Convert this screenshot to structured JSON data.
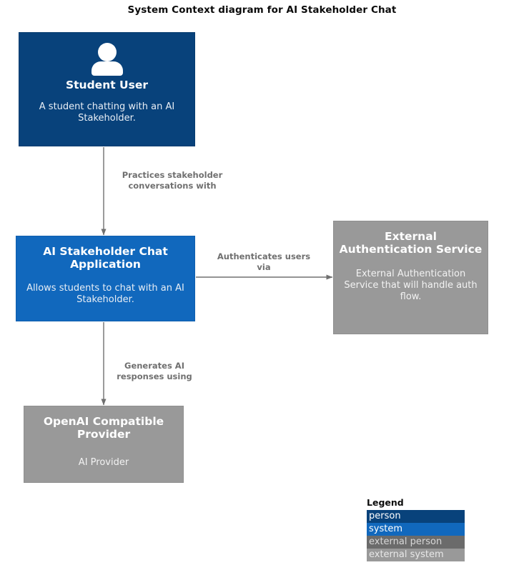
{
  "title": "System Context diagram for AI Stakeholder Chat",
  "nodes": [
    {
      "id": "student-user",
      "kind": "person",
      "title": "Student User",
      "description": "A student chatting with an AI Stakeholder.",
      "icon": "person-icon"
    },
    {
      "id": "ai-stakeholder-chat-application",
      "kind": "system",
      "title": "AI Stakeholder Chat Application",
      "description": "Allows students to chat with an AI Stakeholder."
    },
    {
      "id": "external-authentication-service",
      "kind": "external system",
      "title": "External Authentication Service",
      "description": "External Authentication Service that will handle auth flow."
    },
    {
      "id": "openai-compatible-provider",
      "kind": "external system",
      "title": "OpenAI Compatible Provider",
      "description": "AI Provider"
    }
  ],
  "edges": [
    {
      "id": "student-to-app",
      "from": "student-user",
      "to": "ai-stakeholder-chat-application",
      "label": "Practices stakeholder\nconversations with",
      "direction": "down"
    },
    {
      "id": "app-to-auth",
      "from": "ai-stakeholder-chat-application",
      "to": "external-authentication-service",
      "label": "Authenticates users\nvia",
      "direction": "right"
    },
    {
      "id": "app-to-provider",
      "from": "ai-stakeholder-chat-application",
      "to": "openai-compatible-provider",
      "label": "Generates AI\nresponses using",
      "direction": "down"
    }
  ],
  "legend": {
    "title": "Legend",
    "items": [
      {
        "label": "person",
        "color": "#08427b"
      },
      {
        "label": "system",
        "color": "#1168bd"
      },
      {
        "label": "external person",
        "color": "#6b6b6b"
      },
      {
        "label": "external system",
        "color": "#999999"
      }
    ]
  },
  "colors": {
    "person": "#08427b",
    "system": "#1168bd",
    "external_person": "#6b6b6b",
    "external_system": "#999999",
    "edge": "#707070",
    "background": "#ffffff"
  }
}
